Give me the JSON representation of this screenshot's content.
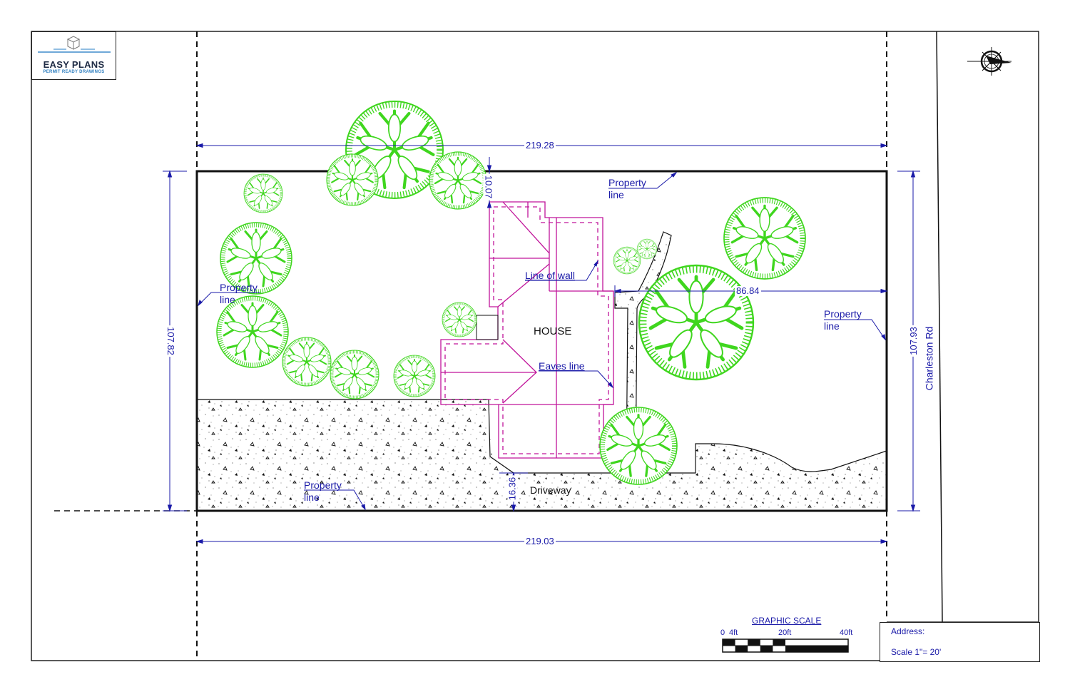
{
  "logo": {
    "name": "EASY PLANS",
    "tagline": "PERMIT READY DRAWINGS"
  },
  "drawing": {
    "type": "site plan",
    "street_label": "Charleston Rd",
    "house_label": "HOUSE",
    "driveway_label": "Driveway",
    "colors": {
      "dimension": "#1a1aa8",
      "house_outline": "#c0149a",
      "tree": "#3fd61e",
      "property_line": "#111111"
    }
  },
  "dimensions": {
    "top_width": "219.28",
    "bottom_width": "219.03",
    "left_depth": "107.82",
    "right_depth": "107.93",
    "front_setback": "86.84",
    "rear_setback": "10.07",
    "side_setback": "16.36"
  },
  "callouts": {
    "property_line_top": [
      "Property",
      "line"
    ],
    "property_line_left": [
      "Property",
      "line"
    ],
    "property_line_right": [
      "Property",
      "line"
    ],
    "property_line_bottom": [
      "Property",
      "line"
    ],
    "line_of_wall": "Line of wall",
    "eaves_line": "Eaves line"
  },
  "graphic_scale": {
    "title": "GRAPHIC SCALE",
    "ticks": [
      "0",
      "4ft",
      "20ft",
      "40ft"
    ]
  },
  "title_block": {
    "address_label": "Address:",
    "scale_label": "Scale 1\"= 20'"
  },
  "compass": {
    "icon": "north-arrow-icon"
  }
}
